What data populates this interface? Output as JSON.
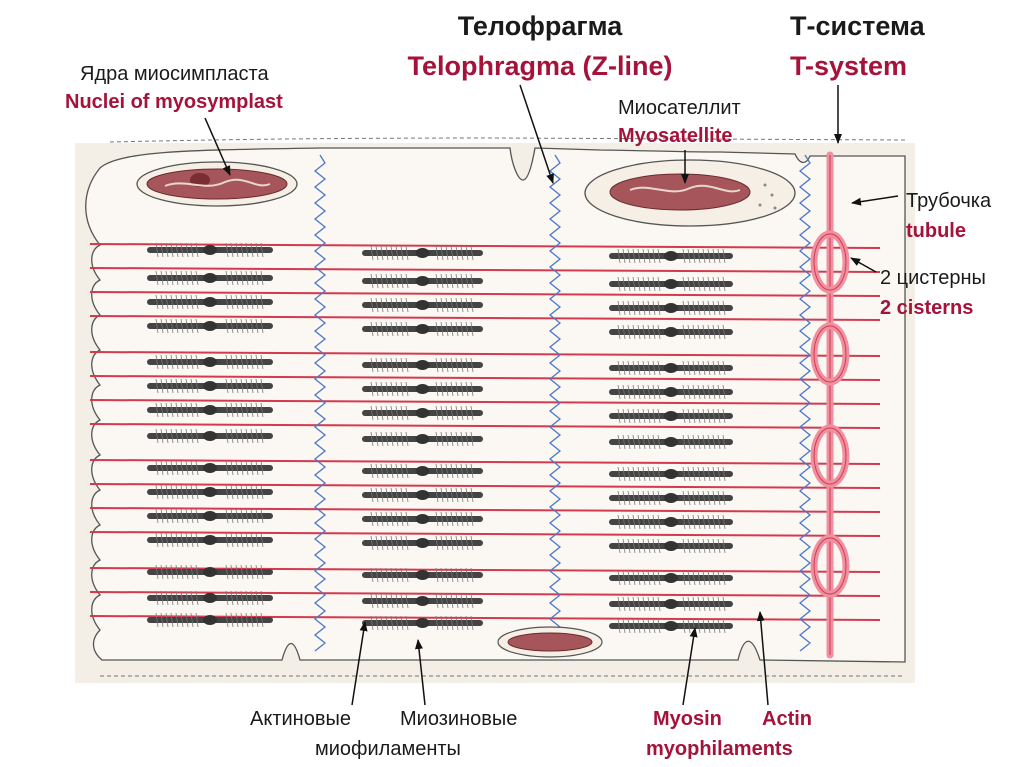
{
  "labels": {
    "telophragma_ru": "Телофрагма",
    "telophragma_en": "Telophragma (Z-line)",
    "tsystem_ru": "Т-система",
    "tsystem_en": "T-system",
    "nuclei_ru": "Ядра  миосимпласта",
    "nuclei_en": "Nuclei of myosymplast",
    "myosatellite_ru": "Миосателлит",
    "myosatellite_en": "Myosatellite",
    "tubule_ru": "Трубочка",
    "tubule_en": "tubule",
    "cisterns_ru": "2 цистерны",
    "cisterns_en": "2 cisterns",
    "actin_ru": "Актиновые",
    "myosin_ru": "Миозиновые",
    "myofil_ru": "миофиламенты",
    "myosin_en": "Myosin",
    "actin_en": "Actin",
    "myofil_en": "myophilaments"
  },
  "colors": {
    "label_red": "#a5133a",
    "label_dark": "#1a1a1a",
    "actin_red": "#d23a4e",
    "cistern_pink": "#ef8fa0",
    "myosin_dark": "#444444",
    "zline_blue": "#4a78c8",
    "nucleus_fill": "#a6565a",
    "paper": "#f3eee6"
  }
}
